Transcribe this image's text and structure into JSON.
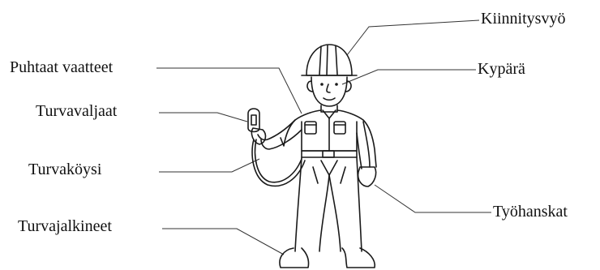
{
  "labels": {
    "kiinnitysvyo": "Kiinnitysvyö",
    "kypara": "Kypärä",
    "puhtaat_vaatteet": "Puhtaat vaatteet",
    "turvavaljaat": "Turvavaljaat",
    "turvakoysi": "Turvaköysi",
    "tyohanskat": "Työhanskat",
    "turvajalkineet": "Turvajalkineet"
  },
  "colors": {
    "ink": "#1a1a1a",
    "leader": "#333333",
    "background": "#ffffff"
  }
}
